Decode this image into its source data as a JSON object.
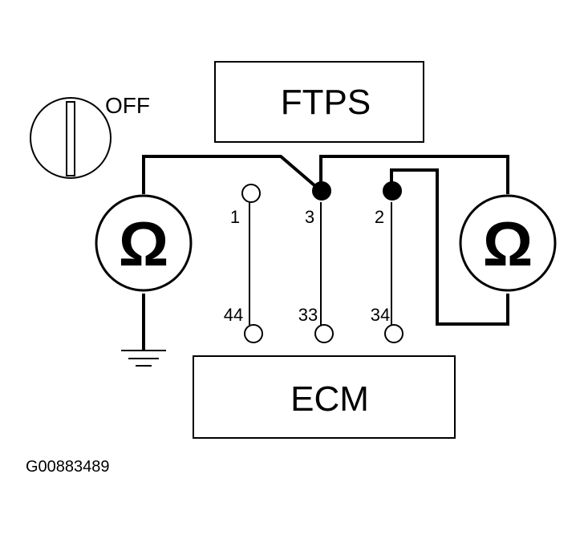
{
  "components": {
    "ftps_label": "FTPS",
    "ecm_label": "ECM"
  },
  "ignition": {
    "state_label": "OFF",
    "icon": "ignition-key-icon"
  },
  "meters": {
    "left_symbol": "Ω",
    "right_symbol": "Ω",
    "icon": "ohmmeter-icon"
  },
  "ftps_pins": [
    "1",
    "3",
    "2"
  ],
  "ecm_pins": [
    "44",
    "33",
    "34"
  ],
  "ground_icon": "ground-icon",
  "figure_id": "G00883489"
}
